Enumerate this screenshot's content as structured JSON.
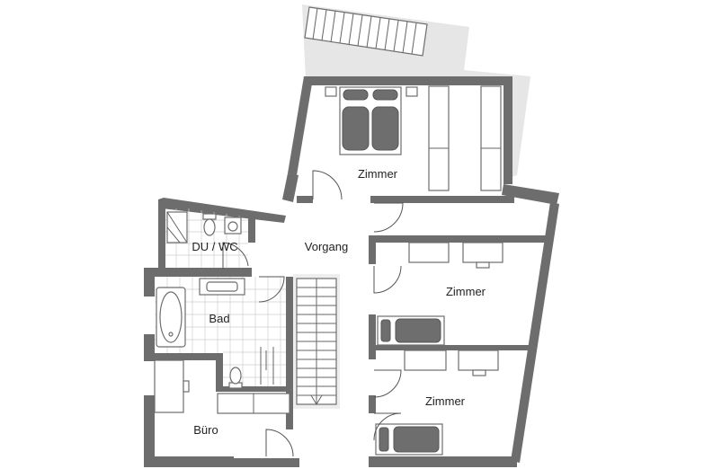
{
  "rooms": [
    {
      "id": "bedroom-top",
      "label": "Zimmer"
    },
    {
      "id": "shower-wc",
      "label": "DU / WC"
    },
    {
      "id": "hallway",
      "label": "Vorgang"
    },
    {
      "id": "room-right-upper",
      "label": "Zimmer"
    },
    {
      "id": "bathroom",
      "label": "Bad"
    },
    {
      "id": "room-right-lower",
      "label": "Zimmer"
    },
    {
      "id": "office",
      "label": "Büro"
    }
  ],
  "colors": {
    "wall": "#6d6d6d",
    "terrace": "#e6e6e6",
    "furniture_fill": "#6e6e6e",
    "background": "#ffffff"
  }
}
